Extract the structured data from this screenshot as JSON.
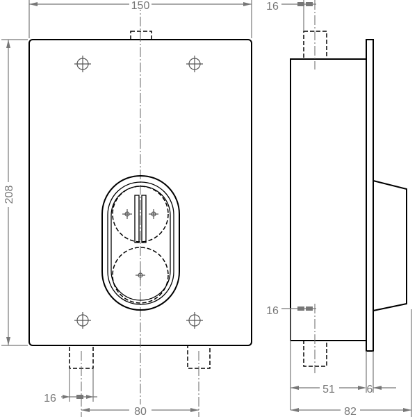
{
  "drawing": {
    "front_view": {
      "width_label": "150",
      "height_label": "208",
      "connector_width_label": "16",
      "connector_spacing_label": "80"
    },
    "side_view": {
      "top_connector_label": "16",
      "bottom_connector_label": "16",
      "body_depth_label": "51",
      "flange_label": "6",
      "total_depth_label": "82"
    }
  }
}
